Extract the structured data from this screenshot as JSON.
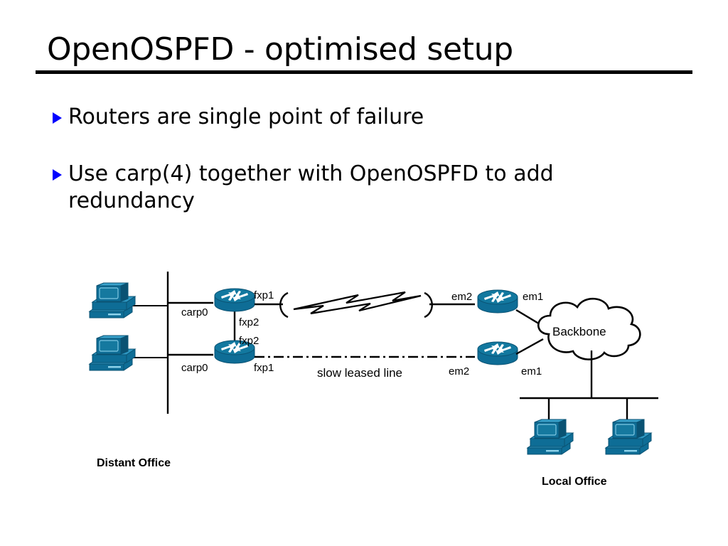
{
  "slide": {
    "title": "OpenOSPFD - optimised setup",
    "bullets": [
      {
        "text": "Routers are single point of failure",
        "marker": "triangle-right-icon"
      },
      {
        "text": "Use carp(4) together with OpenOSPFD to add redundancy",
        "marker": "triangle-right-icon"
      }
    ]
  },
  "colors": {
    "bullet_marker": "#0000ff",
    "device_body": "#0e6d96",
    "device_top": "#1484b4",
    "device_dark": "#0a5273",
    "device_highlight": "#3aa3cc",
    "line": "#000000",
    "background": "#ffffff"
  },
  "diagram": {
    "name": "network-topology",
    "site_labels": {
      "distant_office": "Distant Office",
      "local_office": "Local Office"
    },
    "cloud": {
      "label": "Backbone",
      "icon": "cloud-icon"
    },
    "link_labels": {
      "wan_link": "slow leased line",
      "wan_icon": "lightning-bolt-icon"
    },
    "devices": [
      {
        "id": "ws-distant-1",
        "icon": "workstation-icon",
        "site": "Distant Office"
      },
      {
        "id": "ws-distant-2",
        "icon": "workstation-icon",
        "site": "Distant Office"
      },
      {
        "id": "router-distant-1",
        "icon": "router-icon",
        "site": "Distant Office"
      },
      {
        "id": "router-distant-2",
        "icon": "router-icon",
        "site": "Distant Office"
      },
      {
        "id": "router-local-1",
        "icon": "router-icon",
        "site": "Local Office"
      },
      {
        "id": "router-local-2",
        "icon": "router-icon",
        "site": "Local Office"
      },
      {
        "id": "ws-local-1",
        "icon": "workstation-icon",
        "site": "Local Office"
      },
      {
        "id": "ws-local-2",
        "icon": "workstation-icon",
        "site": "Local Office"
      }
    ],
    "interfaces": {
      "router_distant_1_lan": "carp0",
      "router_distant_1_wan": "fxp1",
      "router_distant_1_sync": "fxp2",
      "router_distant_2_lan": "carp0",
      "router_distant_2_wan": "fxp1",
      "router_distant_2_sync": "fxp2",
      "router_local_1_wan": "em2",
      "router_local_1_backbone": "em1",
      "router_local_2_wan": "em2",
      "router_local_2_backbone": "em1"
    }
  }
}
